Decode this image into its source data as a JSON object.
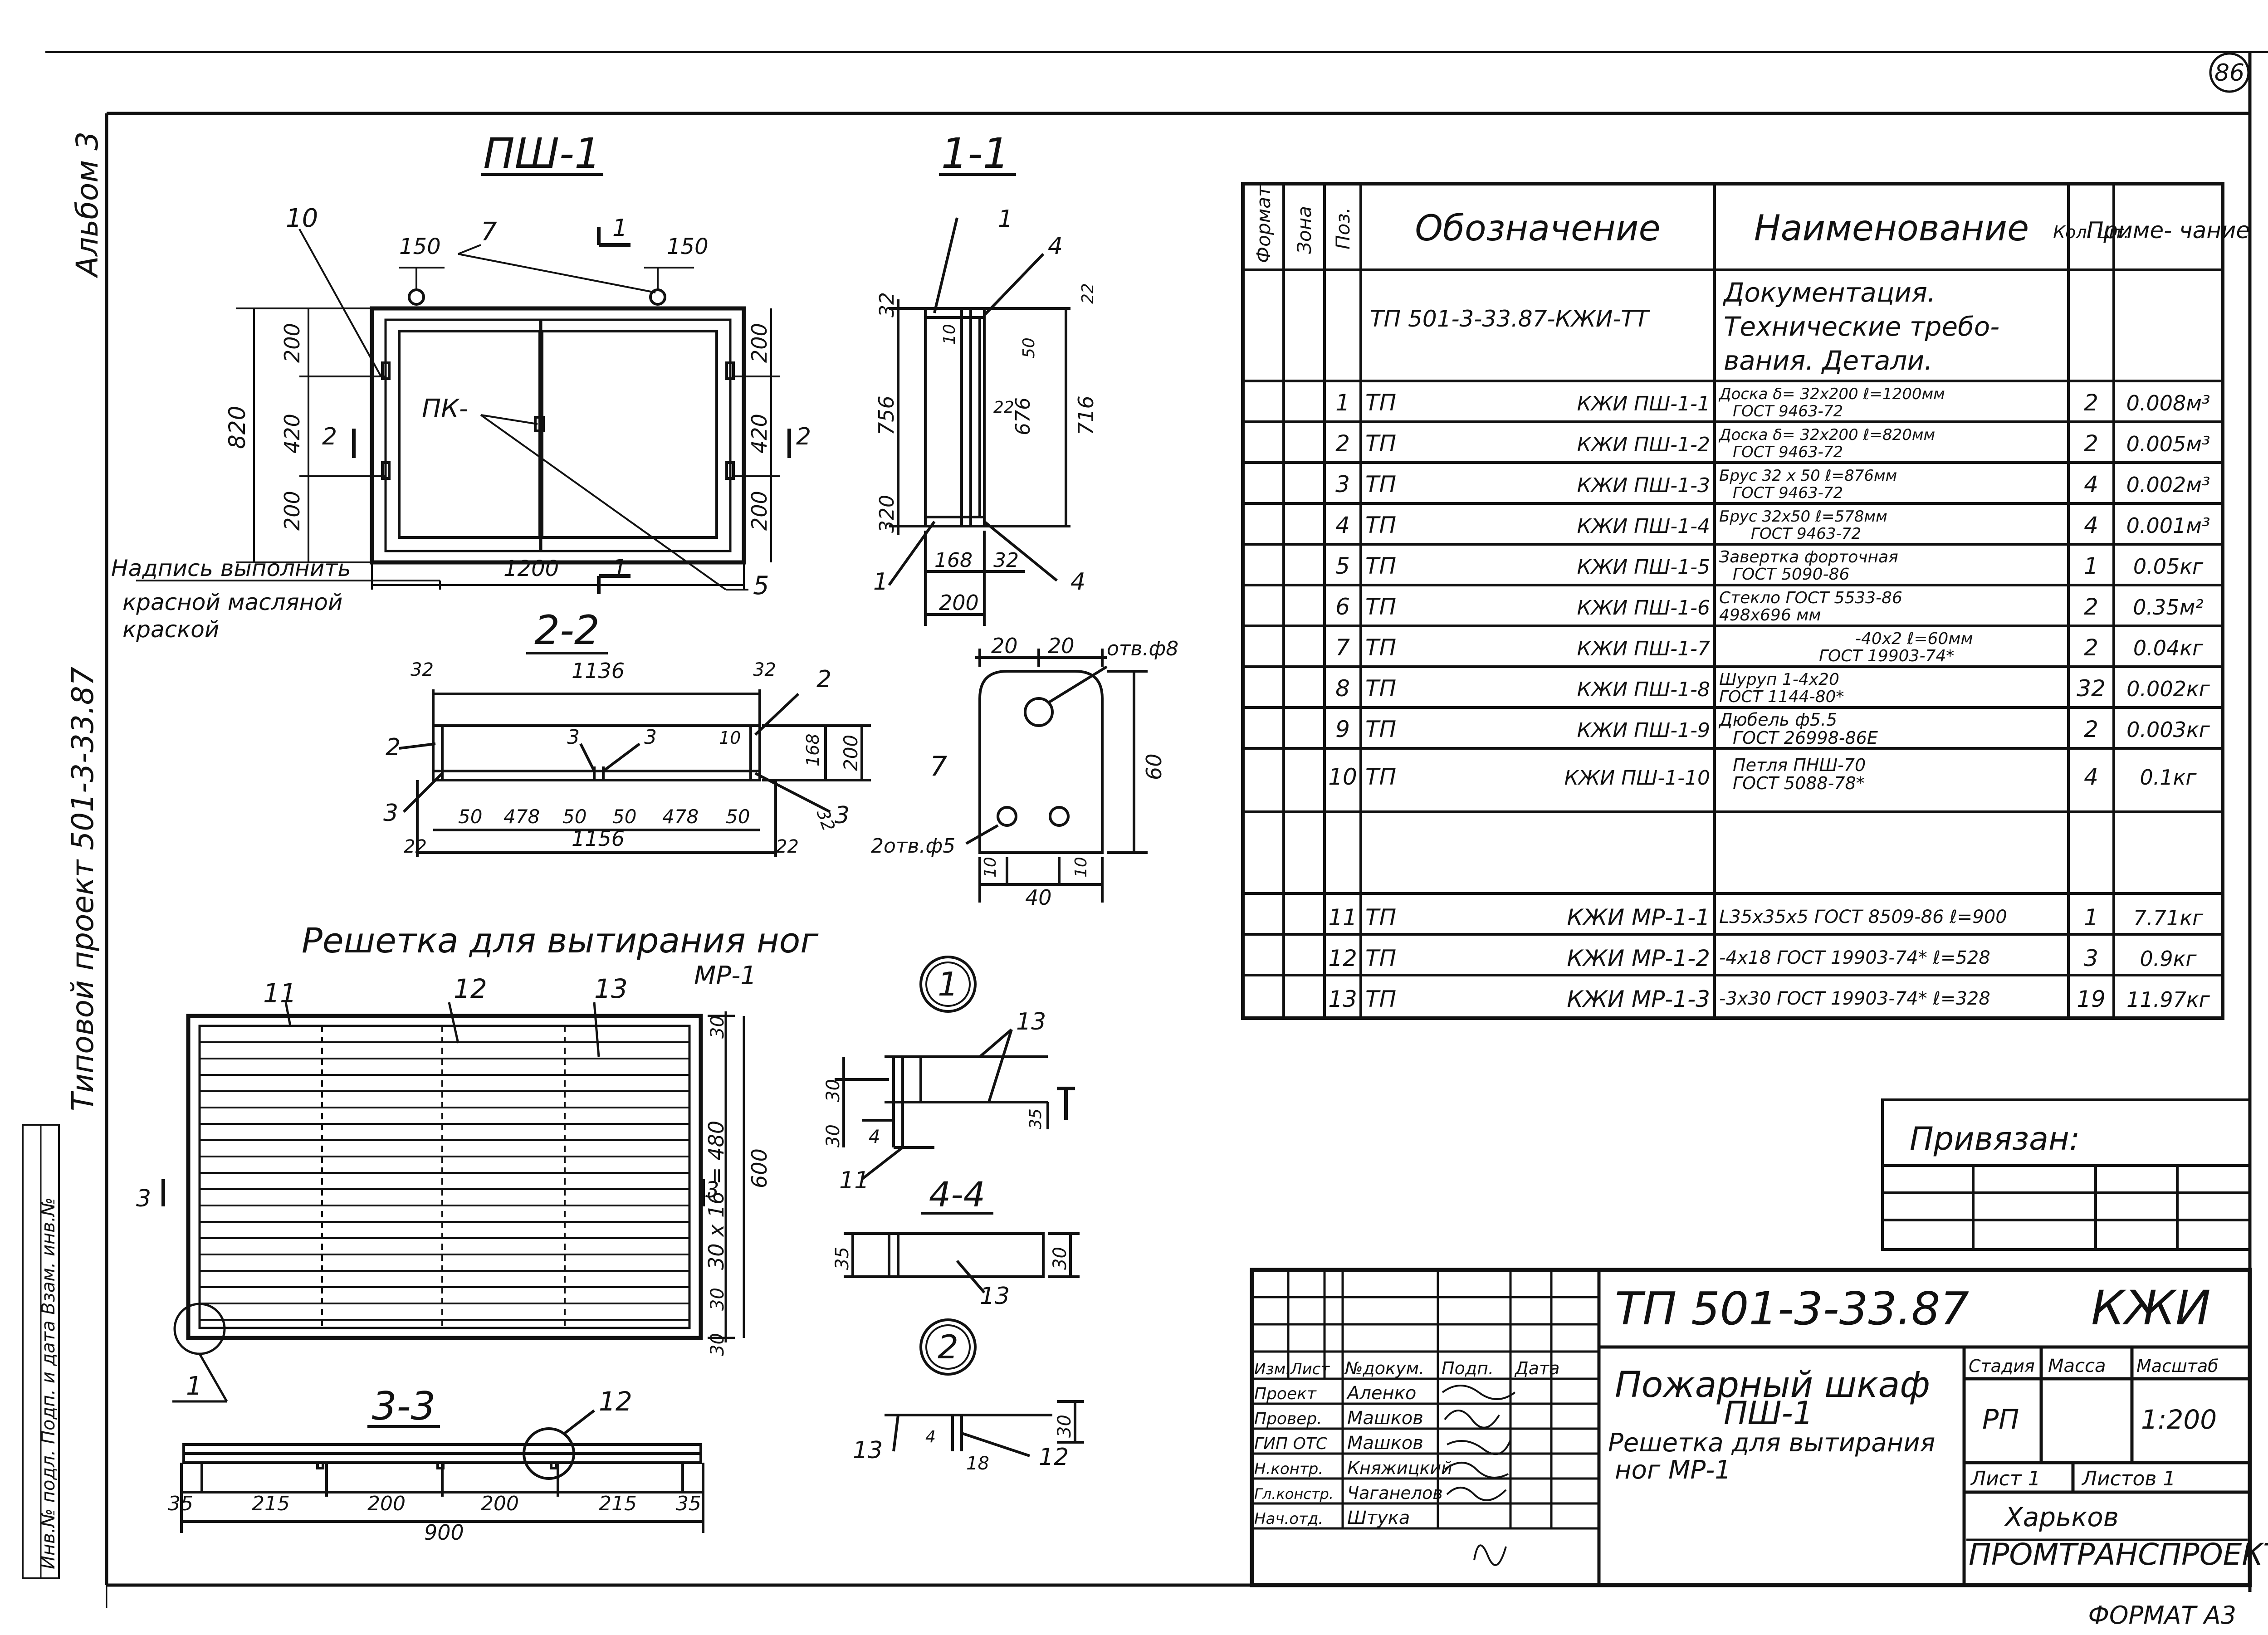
{
  "sheet": {
    "corner_number": "86",
    "album": "Альбом 3",
    "project_side": "Типовой проект 501-3-33.87",
    "stamp_side": "Инв.№ подл.  Подп. и дата  Взам. инв.№",
    "format_note": "ФОРМАТ А3"
  },
  "views": {
    "psh1": {
      "title": "ПШ-1",
      "pk_label": "ПК-",
      "note": [
        "Надпись выполнить",
        "красной масляной",
        "краской"
      ],
      "dims": {
        "top_left": "150",
        "top_right": "150",
        "height": "820",
        "a": "200",
        "b": "420",
        "c": "200",
        "width": "1200"
      },
      "positions": [
        "10",
        "7",
        "5"
      ],
      "cut_label": "1",
      "cut2": "2"
    },
    "sec11": {
      "title": "1-1",
      "dims": {
        "top": "32",
        "total": "756",
        "bottom": "320",
        "inner": "716",
        "in2": "676",
        "x1": "10",
        "x2": "22",
        "x3": "50",
        "x4": "22",
        "w1": "168",
        "w2": "32",
        "w3": "200"
      },
      "positions": [
        "1",
        "4"
      ]
    },
    "sec22": {
      "title": "2-2",
      "dims": {
        "top": "1136",
        "end_a": "32",
        "end_b": "32",
        "h1": "168",
        "h2": "200",
        "gap": "10",
        "d1": "50",
        "d2": "478",
        "d3": "50",
        "d4": "50",
        "d5": "478",
        "d6": "50",
        "bottom": "1156",
        "e1": "22",
        "e2": "22"
      },
      "positions": [
        "2",
        "3"
      ]
    },
    "detail7": {
      "hole_top": "отв.ф8",
      "hole_bottom": "2отв.ф5",
      "dims": {
        "a": "20",
        "b": "20",
        "h": "60",
        "c": "10",
        "d": "10",
        "w": "40"
      },
      "position": "7"
    },
    "grate": {
      "title": "Решетка для вытирания ног",
      "mark": "МР-1",
      "positions": [
        "11",
        "12",
        "13"
      ],
      "dims": {
        "t": "30",
        "pitch": "30 x 16 = 480",
        "height": "600",
        "b": "30",
        "c": "30"
      },
      "cut": "3",
      "callout": "1"
    },
    "node1": {
      "number": "1",
      "positions": [
        "13",
        "11"
      ],
      "dims": {
        "a": "30",
        "b": "30",
        "c": "4",
        "d": "35"
      }
    },
    "sec44": {
      "title": "4-4",
      "position": "13",
      "dims": {
        "a": "35",
        "b": "30"
      }
    },
    "node2": {
      "number": "2",
      "positions": [
        "13",
        "12"
      ],
      "dims": {
        "a": "30",
        "b": "4",
        "c": "18"
      }
    },
    "sec33": {
      "title": "3-3",
      "callout": "12",
      "dims": [
        "35",
        "215",
        "200",
        "200",
        "215",
        "35"
      ],
      "total": "900"
    }
  },
  "spec": {
    "headers": {
      "format": "Формат",
      "zone": "Зона",
      "pos": "Поз.",
      "designation": "Обозначение",
      "name": "Наименование",
      "qty": "Кол. шт.",
      "note": "Приме- чание"
    },
    "doc_row": {
      "designation": "ТП 501-3-33.87-КЖИ-ТТ",
      "name": [
        "Документация.",
        "Технические требо-",
        "вания.  Детали."
      ]
    },
    "rows": [
      {
        "pos": "1",
        "tp": "ТП",
        "code": "КЖИ ПШ-1-1",
        "name": [
          "Доска δ= 32х200 ℓ=1200мм",
          "ГОСТ 9463-72"
        ],
        "qty": "2",
        "note": "0.008м³"
      },
      {
        "pos": "2",
        "tp": "ТП",
        "code": "КЖИ ПШ-1-2",
        "name": [
          "Доска δ= 32х200 ℓ=820мм",
          "ГОСТ 9463-72"
        ],
        "qty": "2",
        "note": "0.005м³"
      },
      {
        "pos": "3",
        "tp": "ТП",
        "code": "КЖИ ПШ-1-3",
        "name": [
          "Брус 32 х 50 ℓ=876мм",
          "ГОСТ 9463-72"
        ],
        "qty": "4",
        "note": "0.002м³"
      },
      {
        "pos": "4",
        "tp": "ТП",
        "code": "КЖИ ПШ-1-4",
        "name": [
          "Брус 32х50  ℓ=578мм",
          "ГОСТ 9463-72"
        ],
        "qty": "4",
        "note": "0.001м³"
      },
      {
        "pos": "5",
        "tp": "ТП",
        "code": "КЖИ ПШ-1-5",
        "name": [
          "Завертка форточная",
          "ГОСТ 5090-86"
        ],
        "qty": "1",
        "note": "0.05кг"
      },
      {
        "pos": "6",
        "tp": "ТП",
        "code": "КЖИ ПШ-1-6",
        "name": [
          "Стекло ГОСТ 5533-86",
          "498х696 мм"
        ],
        "qty": "2",
        "note": "0.35м²"
      },
      {
        "pos": "7",
        "tp": "ТП",
        "code": "КЖИ ПШ-1-7",
        "name": [
          "-40х2  ℓ=60мм",
          "ГОСТ 19903-74*"
        ],
        "qty": "2",
        "note": "0.04кг"
      },
      {
        "pos": "8",
        "tp": "ТП",
        "code": "КЖИ ПШ-1-8",
        "name": [
          "Шуруп 1-4х20",
          "ГОСТ 1144-80*"
        ],
        "qty": "32",
        "note": "0.002кг"
      },
      {
        "pos": "9",
        "tp": "ТП",
        "code": "КЖИ ПШ-1-9",
        "name": [
          "Дюбель  ф5.5",
          "ГОСТ 26998-86Е"
        ],
        "qty": "2",
        "note": "0.003кг"
      },
      {
        "pos": "10",
        "tp": "ТП",
        "code": "КЖИ ПШ-1-10",
        "name": [
          "Петля ПНШ-70",
          "ГОСТ 5088-78*"
        ],
        "qty": "4",
        "note": "0.1кг"
      },
      {
        "pos": "11",
        "tp": "ТП",
        "code": "КЖИ МР-1-1",
        "name": [
          "L35х35х5 ГОСТ 8509-86 ℓ=900"
        ],
        "qty": "1",
        "note": "7.71кг"
      },
      {
        "pos": "12",
        "tp": "ТП",
        "code": "КЖИ МР-1-2",
        "name": [
          "-4х18 ГОСТ 19903-74* ℓ=528"
        ],
        "qty": "3",
        "note": "0.9кг"
      },
      {
        "pos": "13",
        "tp": "ТП",
        "code": "КЖИ МР-1-3",
        "name": [
          "-3х30 ГОСТ 19903-74* ℓ=328"
        ],
        "qty": "19",
        "note": "11.97кг"
      }
    ]
  },
  "privyazan": "Привязан:",
  "titleblock": {
    "code": "ТП 501-3-33.87",
    "mark": "КЖИ",
    "col_heads": [
      "Изм.",
      "Лист",
      "№докум.",
      "Подп.",
      "Дата"
    ],
    "people": [
      {
        "role": "Проект",
        "name": "Аленко"
      },
      {
        "role": "Провер.",
        "name": "Машков"
      },
      {
        "role": "ГИП ОТС",
        "name": "Машков"
      },
      {
        "role": "Н.контр.",
        "name": "Княжицкий"
      },
      {
        "role": "Гл.констр.",
        "name": "Чаганелов"
      },
      {
        "role": "Нач.отд.",
        "name": "Штука"
      }
    ],
    "title_lines": [
      "Пожарный шкаф",
      "ПШ-1",
      "Решетка для вытирания",
      "ног    МР-1"
    ],
    "stage_head": "Стадия",
    "mass_head": "Масса",
    "scale_head": "Масштаб",
    "stage": "РП",
    "scale": "1:200",
    "sheet": "Лист 1",
    "sheets": "Листов 1",
    "org_city": "Харьков",
    "org": "ПРОМТРАНСПРОЕКТ"
  }
}
